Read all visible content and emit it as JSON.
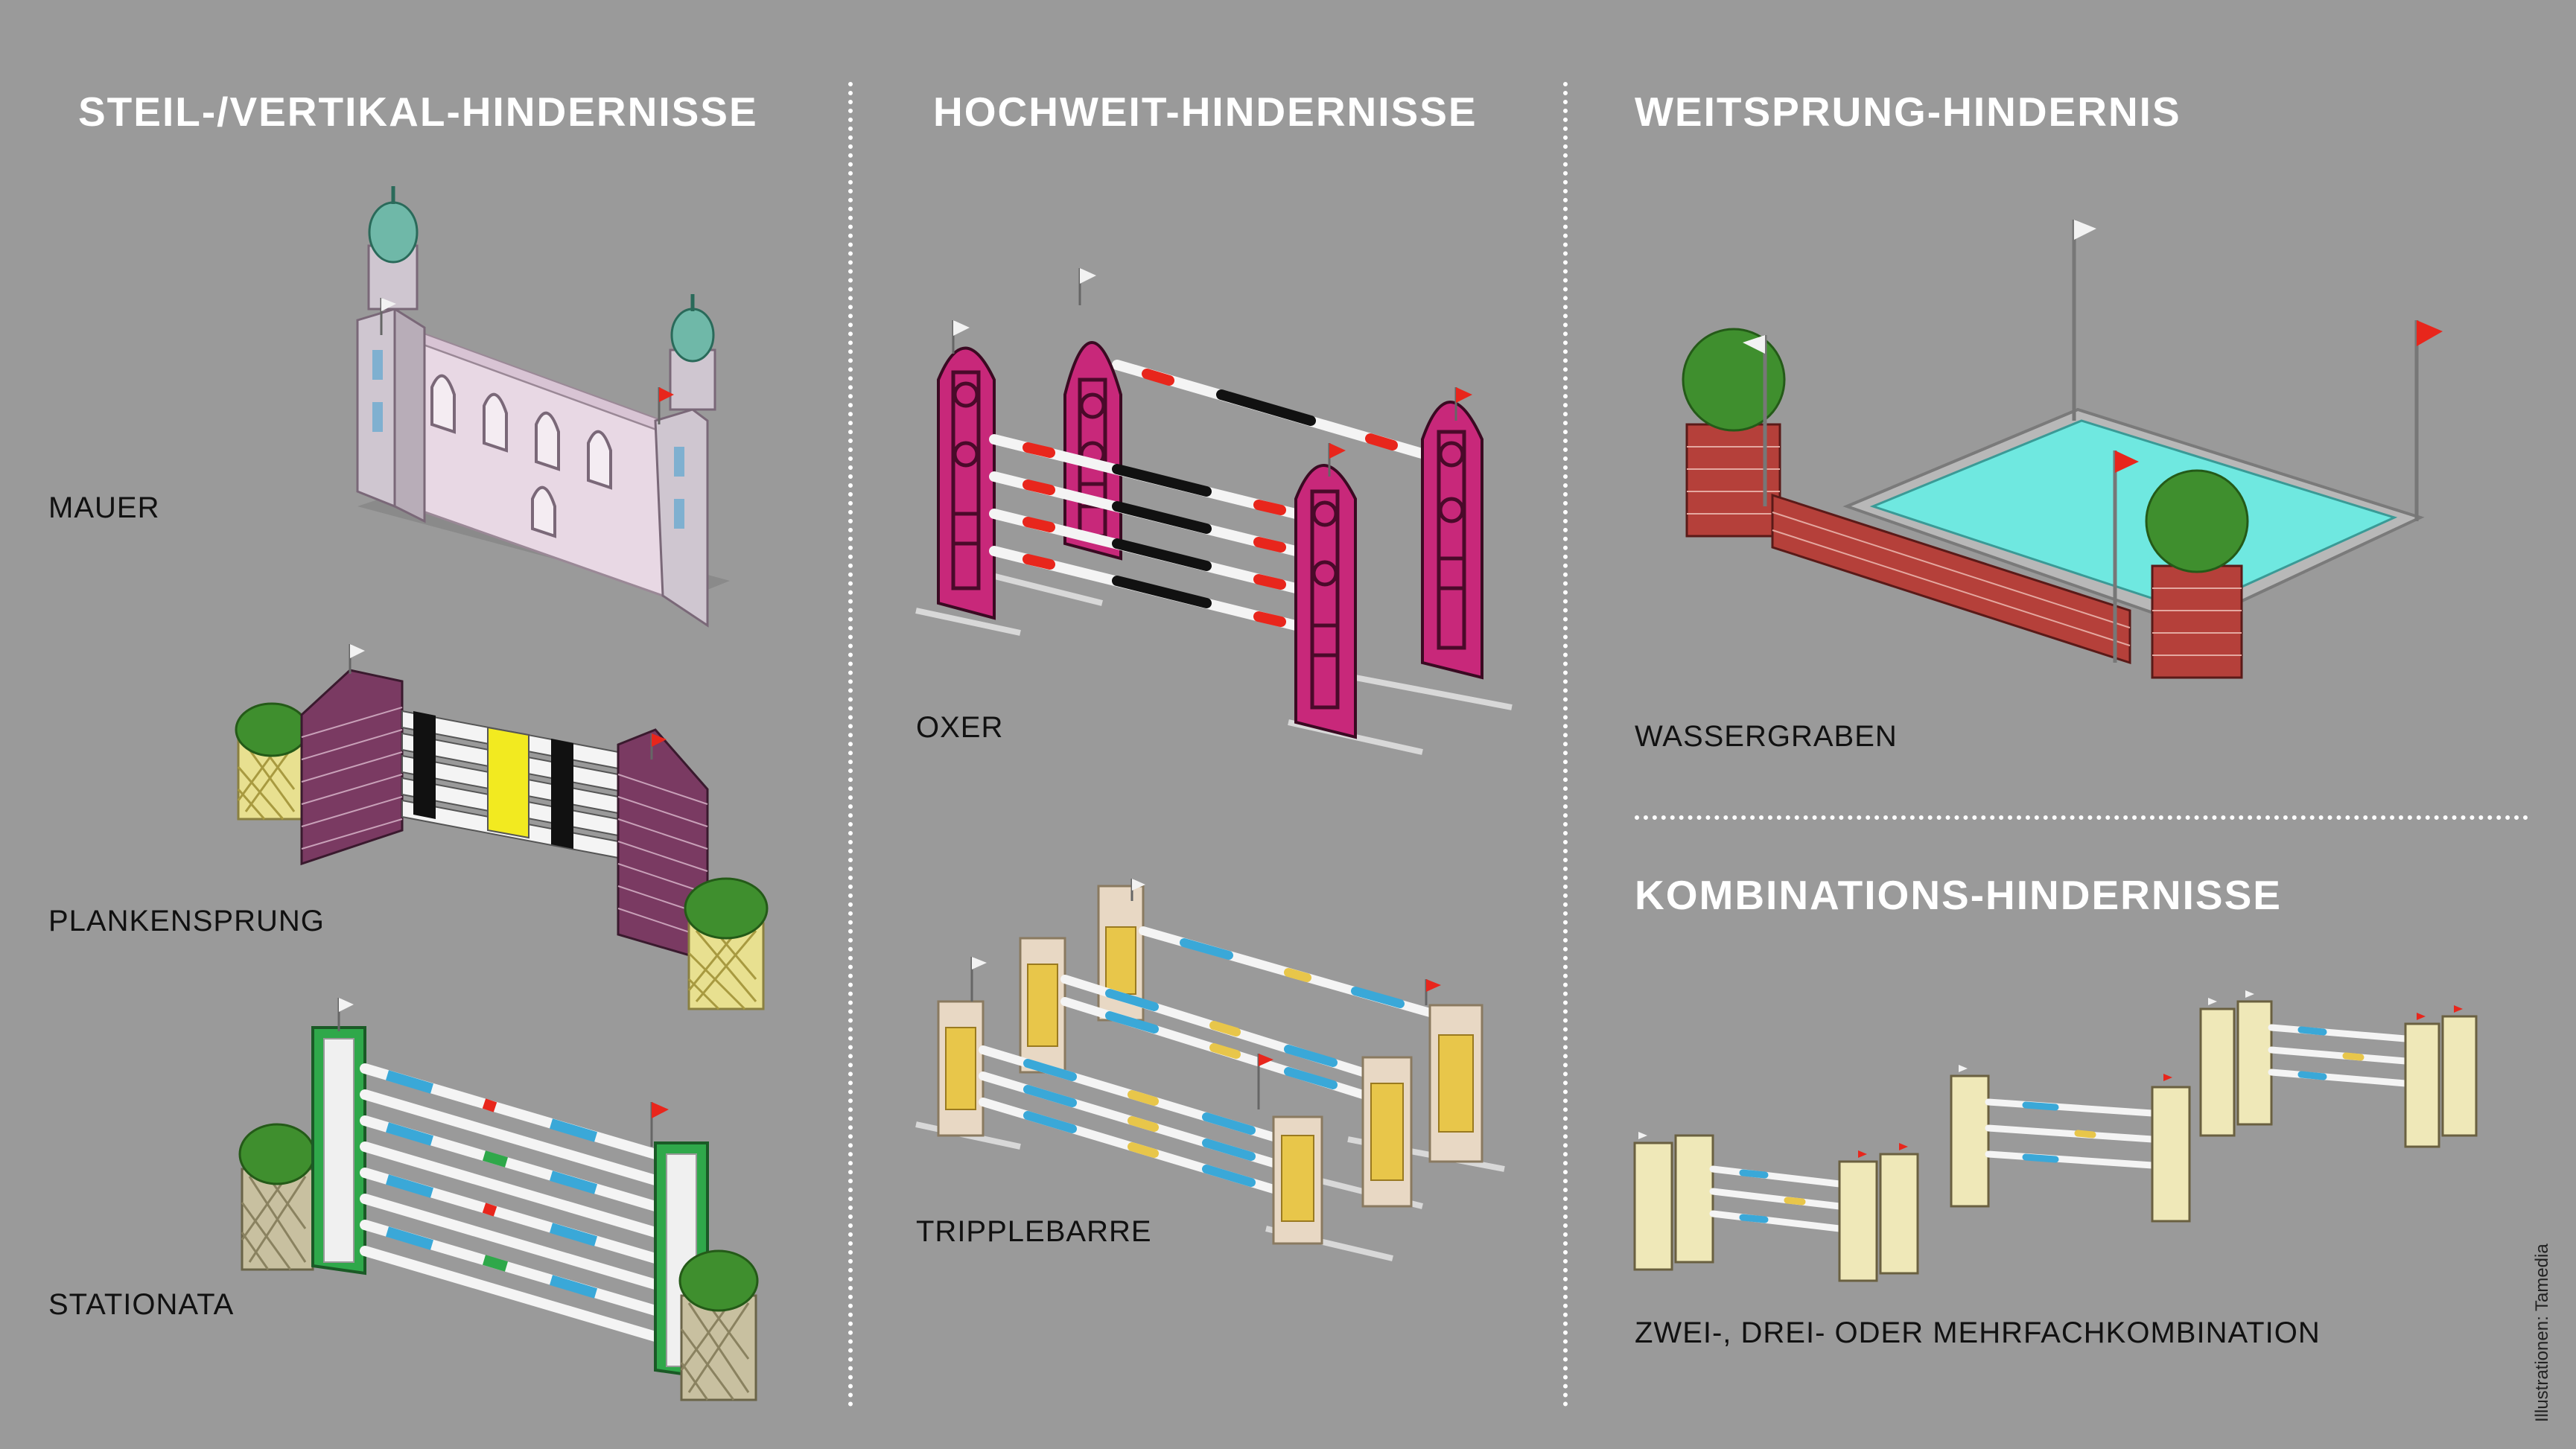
{
  "sections": {
    "steil": {
      "title": "STEIL-/VERTIKAL-HINDERNISSE"
    },
    "hochweit": {
      "title": "HOCHWEIT-HINDERNISSE"
    },
    "weitsprung": {
      "title": "WEITSPRUNG-HINDERNIS"
    },
    "kombination": {
      "title": "KOMBINATIONS-HINDERNISSE"
    }
  },
  "obstacles": {
    "mauer": "MAUER",
    "plankensprung": "PLANKENSPRUNG",
    "stationata": "STATIONATA",
    "oxer": "OXER",
    "tripplebarre": "TRIPPLEBARRE",
    "wassergraben": "WASSERGRABEN",
    "kombination": "ZWEI-, DREI- ODER MEHRFACHKOMBINATION"
  },
  "credit": "Illustrationen: Tamedia",
  "colors": {
    "background": "#9a9a9a",
    "flag_red": "#e8261c",
    "flag_white": "#f2f2f2",
    "wall_pink": "#e8d8e4",
    "brick_purple": "#7a3a62",
    "brick_red": "#b5403a",
    "hedge_green": "#3f8f2e",
    "stand_magenta": "#c8287a",
    "water_cyan": "#6fe8e0",
    "lattice_yellow": "#e8c64a",
    "pole_blue": "#3aa8d8"
  }
}
